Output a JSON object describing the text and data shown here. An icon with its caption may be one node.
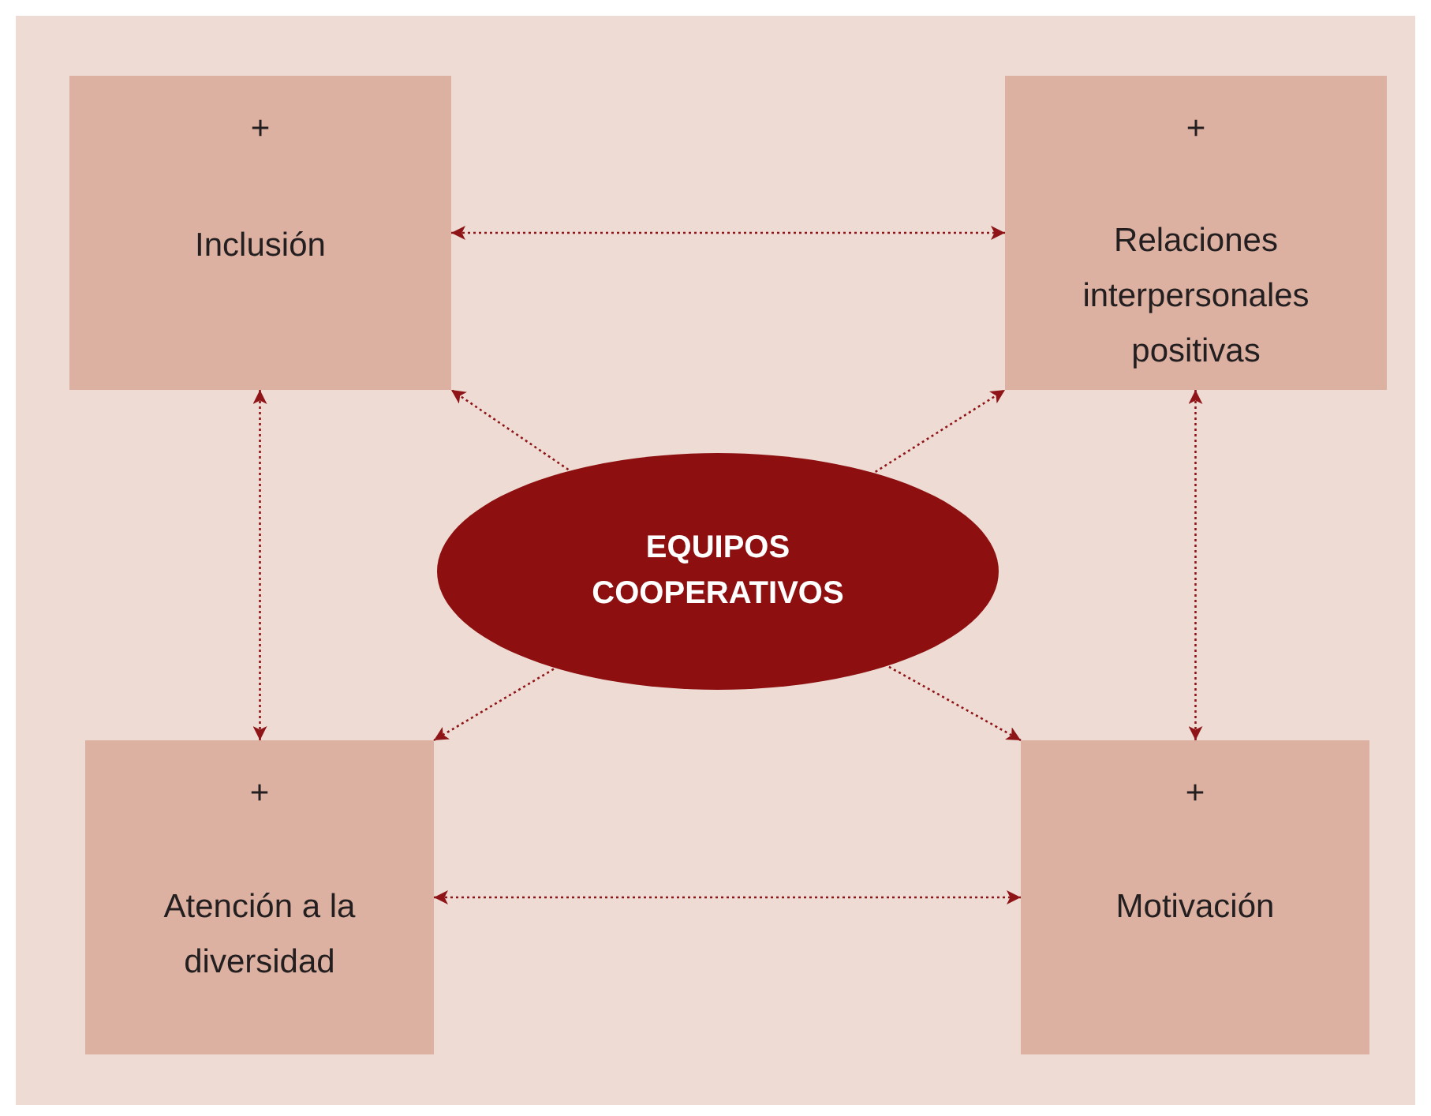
{
  "diagram": {
    "nodes": [
      {
        "text": [
          "+",
          "Inclusión"
        ]
      },
      {
        "text": [
          "+",
          "Relaciones interpersonales positivas"
        ]
      },
      {
        "text": [
          "EQUIPOS COOPERATIVOS"
        ]
      },
      {
        "text": [
          "+",
          "Atención a la diversidad"
        ]
      },
      {
        "text": [
          "+",
          "Motivación"
        ]
      }
    ],
    "edges": [
      {
        "from": 0,
        "to": 1,
        "arrow": "both",
        "style": "dashed"
      },
      {
        "from": 0,
        "to": 3,
        "arrow": "both",
        "style": "dashed"
      },
      {
        "from": 1,
        "to": 4,
        "arrow": "both",
        "style": "dashed"
      },
      {
        "from": 3,
        "to": 4,
        "arrow": "both",
        "style": "dashed"
      },
      {
        "from": 2,
        "to": 0,
        "arrow": "to",
        "style": "dashed"
      },
      {
        "from": 2,
        "to": 1,
        "arrow": "to",
        "style": "dashed"
      },
      {
        "from": 2,
        "to": 3,
        "arrow": "to",
        "style": "dashed"
      },
      {
        "from": 2,
        "to": 4,
        "arrow": "to",
        "style": "dashed"
      }
    ]
  }
}
